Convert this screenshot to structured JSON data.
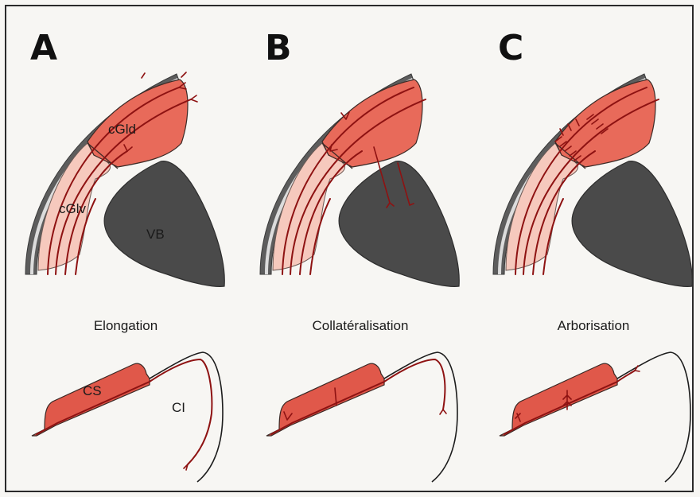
{
  "panels": [
    {
      "letter": "A",
      "caption": "Elongation"
    },
    {
      "letter": "B",
      "caption": "Collatéralisation"
    },
    {
      "letter": "C",
      "caption": "Arborisation"
    }
  ],
  "labels": {
    "cgld": "cGld",
    "cglv": "cGlv",
    "vb": "VB",
    "cs": "CS",
    "ci": "CI"
  },
  "colors": {
    "axon": "#8e1212",
    "nucleus_dorsal": "#e86a5a",
    "nucleus_ventral": "#f6c9bd",
    "vb_nucleus": "#4a4a4a",
    "optic_tract": "#5d5d5d"
  }
}
